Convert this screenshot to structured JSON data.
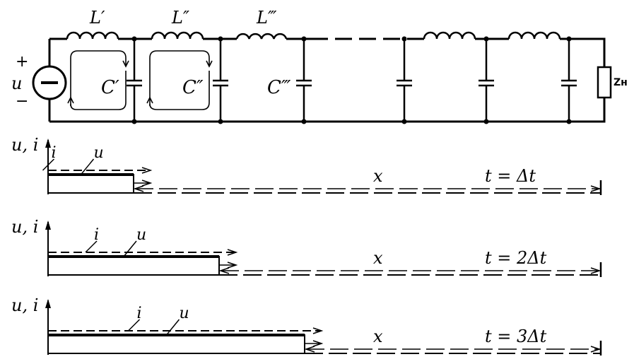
{
  "circuit": {
    "source_plus": "+",
    "source_label": "u",
    "source_minus": "−",
    "inductor_labels": [
      "L′",
      "L″",
      "L‴"
    ],
    "capacitor_labels": [
      "C′",
      "C″",
      "C‴"
    ],
    "load_label": "Zн"
  },
  "graphs": [
    {
      "axis_label": "u, i",
      "i_label": "i",
      "u_label": "u",
      "x_label": "x",
      "time_label": "t = Δt",
      "front_fraction": 1
    },
    {
      "axis_label": "u, i",
      "i_label": "i",
      "u_label": "u",
      "x_label": "x",
      "time_label": "t = 2Δt",
      "front_fraction": 2
    },
    {
      "axis_label": "u, i",
      "i_label": "i",
      "u_label": "u",
      "x_label": "x",
      "time_label": "t = 3Δt",
      "front_fraction": 3
    }
  ]
}
